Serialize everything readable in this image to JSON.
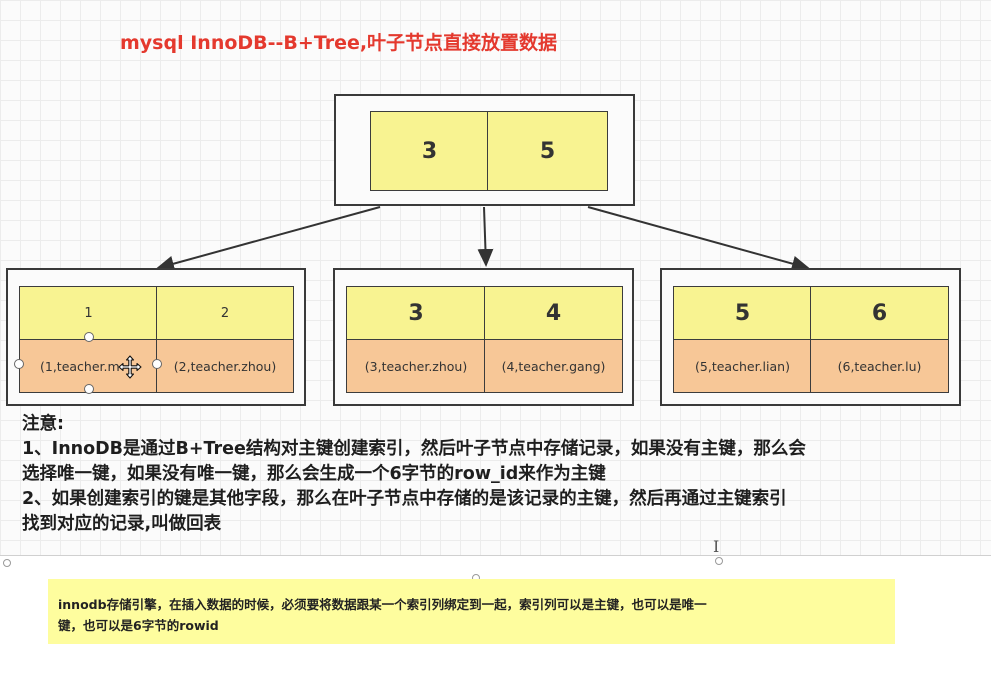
{
  "title": "mysql InnoDB--B+Tree,叶子节点直接放置数据",
  "root": {
    "keys": [
      "3",
      "5"
    ]
  },
  "leaves": [
    {
      "keys": [
        "1",
        "2"
      ],
      "data": [
        "(1,teacher.m",
        "(2,teacher.zhou)"
      ]
    },
    {
      "keys": [
        "3",
        "4"
      ],
      "data": [
        "(3,teacher.zhou)",
        "(4,teacher.gang)"
      ]
    },
    {
      "keys": [
        "5",
        "6"
      ],
      "data": [
        "(5,teacher.lian)",
        "(6,teacher.lu)"
      ]
    }
  ],
  "notes": {
    "heading": "注意:",
    "line1": "1、InnoDB是通过B+Tree结构对主键创建索引，然后叶子节点中存储记录，如果没有主键，那么会",
    "line2": "选择唯一键，如果没有唯一键，那么会生成一个6字节的row_id来作为主键",
    "line3": "2、如果创建索引的键是其他字段，那么在叶子节点中存储的是该记录的主键，然后再通过主键索引",
    "line4": "找到对应的记录,叫做回表"
  },
  "text_cursor": "I",
  "sticky_note": {
    "line1": "innodb存储引擎，在插入数据的时候，必须要将数据跟某一个索引列绑定到一起，索引列可以是主键，也可以是唯一",
    "line2": "键，也可以是6字节的rowid"
  },
  "colors": {
    "title": "#e4392e",
    "key_cell": "#f8f391",
    "data_cell": "#f7c797",
    "sticky_note": "#fefd9e"
  }
}
